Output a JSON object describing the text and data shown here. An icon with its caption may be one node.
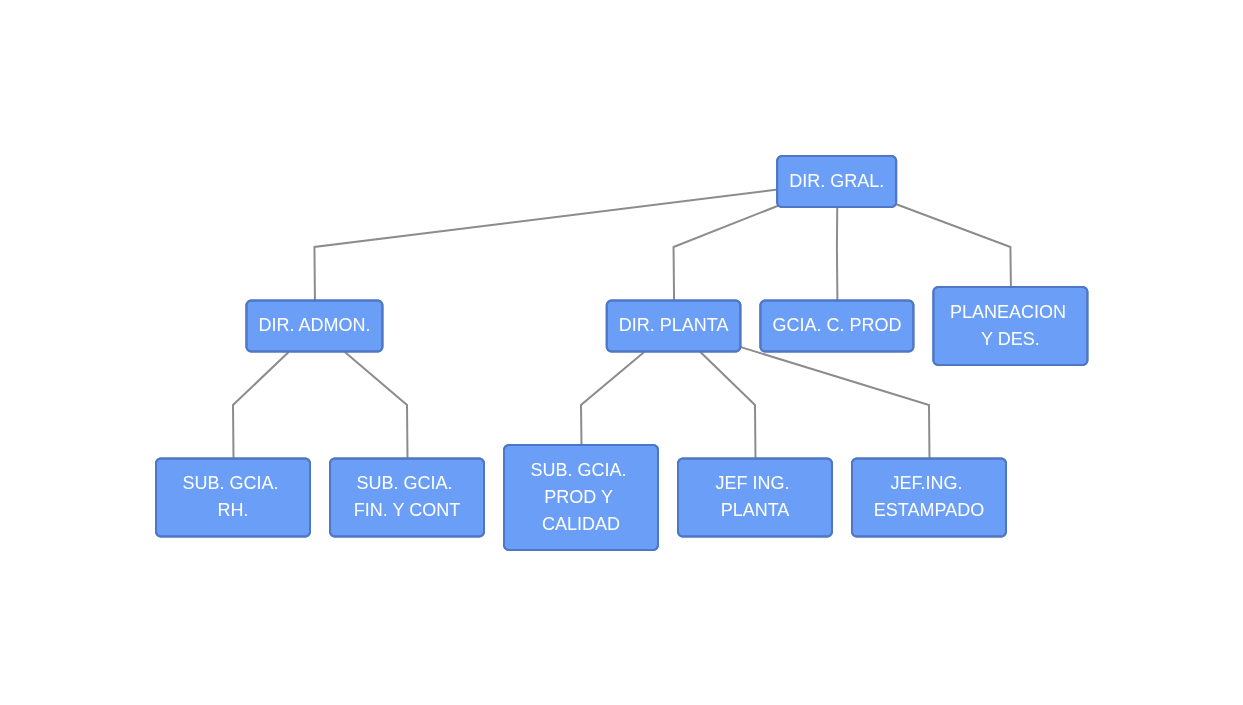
{
  "diagram": {
    "nodes": [
      {
        "text": [
          "DIR. GRAL."
        ]
      },
      {
        "text": [
          "DIR. ADMON."
        ]
      },
      {
        "text": [
          "DIR. PLANTA"
        ]
      },
      {
        "text": [
          "GCIA. C. PROD"
        ]
      },
      {
        "text": [
          "PLANEACION Y DES."
        ]
      },
      {
        "text": [
          "SUB. GCIA. RH."
        ]
      },
      {
        "text": [
          "SUB. GCIA. FIN. Y CONT"
        ]
      },
      {
        "text": [
          "SUB. GCIA. PROD Y CALIDAD"
        ]
      },
      {
        "text": [
          "JEF ING. PLANTA"
        ]
      },
      {
        "text": [
          "JEF.ING. ESTAMPADO"
        ]
      }
    ],
    "edges": [
      {
        "from": 0,
        "to": 1,
        "arrow": "none"
      },
      {
        "from": 0,
        "to": 2,
        "arrow": "none"
      },
      {
        "from": 0,
        "to": 3,
        "arrow": "none"
      },
      {
        "from": 0,
        "to": 4,
        "arrow": "none"
      },
      {
        "from": 1,
        "to": 5,
        "arrow": "none"
      },
      {
        "from": 1,
        "to": 6,
        "arrow": "none"
      },
      {
        "from": 2,
        "to": 7,
        "arrow": "none"
      },
      {
        "from": 2,
        "to": 8,
        "arrow": "none"
      },
      {
        "from": 2,
        "to": 9,
        "arrow": "none"
      }
    ]
  }
}
